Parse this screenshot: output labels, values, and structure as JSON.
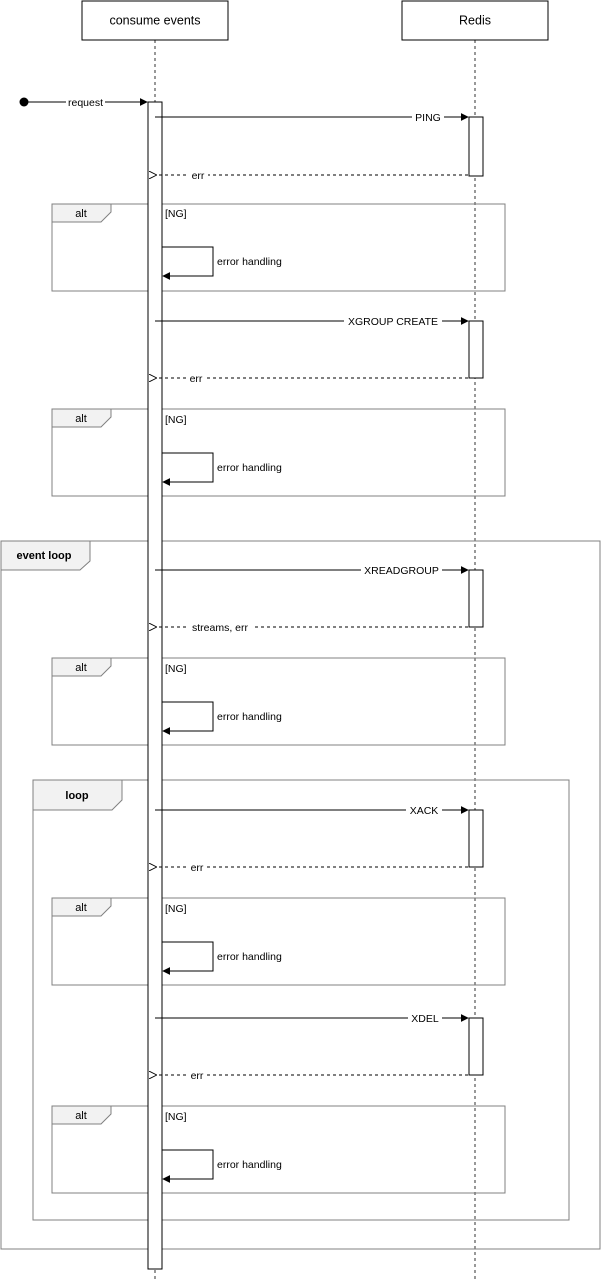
{
  "participants": [
    {
      "name": "consume events"
    },
    {
      "name": "Redis"
    }
  ],
  "entry": {
    "label": "request"
  },
  "messages": [
    {
      "label": "PING",
      "reply": "err"
    },
    {
      "label": "XGROUP CREATE",
      "reply": "err"
    },
    {
      "label": "XREADGROUP",
      "reply": "streams, err"
    },
    {
      "label": "XACK",
      "reply": "err"
    },
    {
      "label": "XDEL",
      "reply": "err"
    }
  ],
  "alts": [
    {
      "tag": "alt",
      "guard": "[NG]",
      "self_label": "error handling"
    },
    {
      "tag": "alt",
      "guard": "[NG]",
      "self_label": "error handling"
    },
    {
      "tag": "alt",
      "guard": "[NG]",
      "self_label": "error handling"
    },
    {
      "tag": "alt",
      "guard": "[NG]",
      "self_label": "error handling"
    },
    {
      "tag": "alt",
      "guard": "[NG]",
      "self_label": "error handling"
    }
  ],
  "loops": [
    {
      "tag": "event loop"
    },
    {
      "tag": "loop"
    }
  ]
}
